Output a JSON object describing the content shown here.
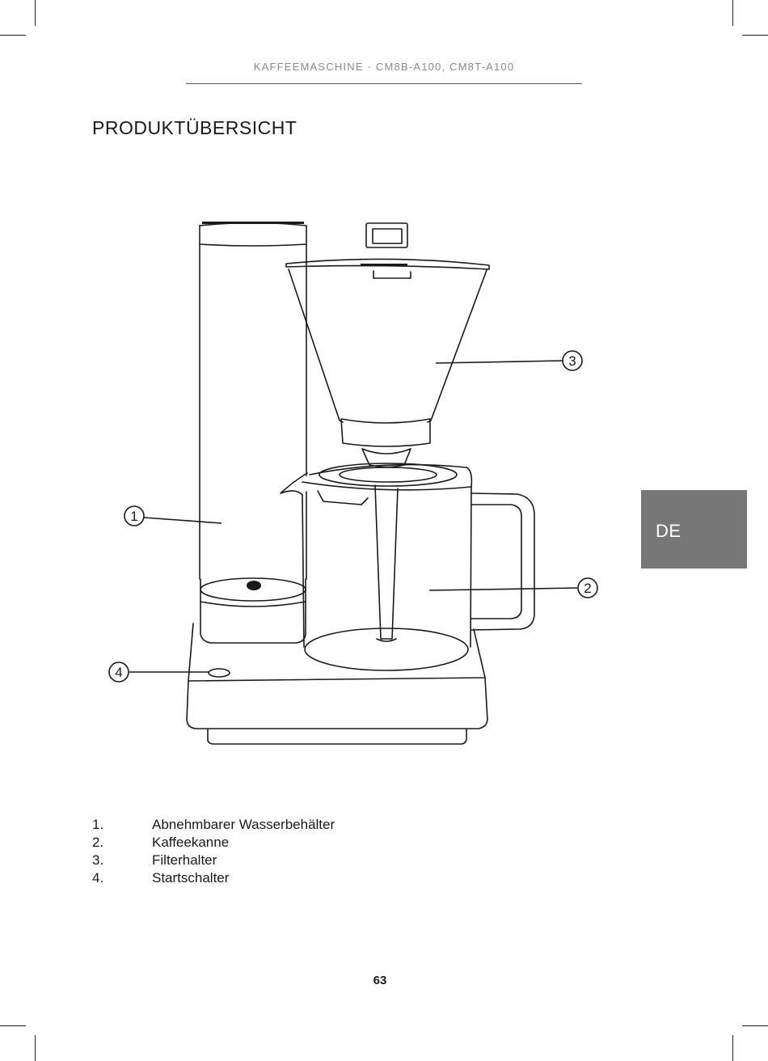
{
  "header": {
    "title": "KAFFEEMASCHINE · CM8B-A100, CM8T-A100"
  },
  "page_title": "PRODUKTÜBERSICHT",
  "language_tab": {
    "label": "DE",
    "color": "#777777"
  },
  "callouts": [
    {
      "number": "1"
    },
    {
      "number": "2"
    },
    {
      "number": "3"
    },
    {
      "number": "4"
    }
  ],
  "parts": [
    {
      "number": "1.",
      "label": "Abnehmbarer Wasserbehälter"
    },
    {
      "number": "2.",
      "label": "Kaffeekanne"
    },
    {
      "number": "3.",
      "label": "Filterhalter"
    },
    {
      "number": "4.",
      "label": "Startschalter"
    }
  ],
  "page_number": "63"
}
